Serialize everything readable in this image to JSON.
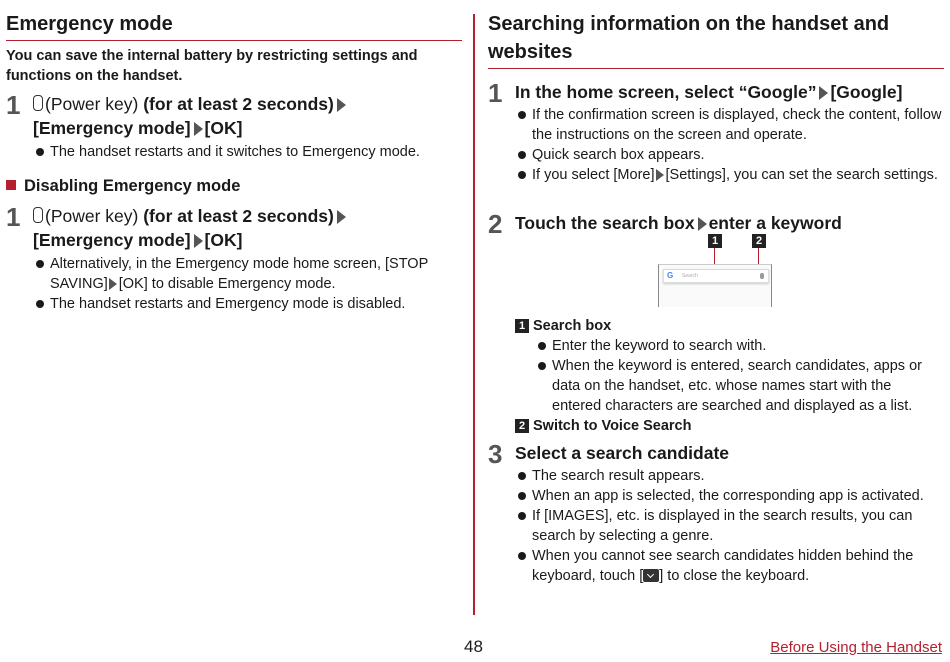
{
  "left": {
    "title": "Emergency mode",
    "intro": "You can save the internal battery by restricting settings and functions on the handset.",
    "step1": {
      "number": "1",
      "key_text": "(Power key)",
      "duration": "(for at least 2 seconds)",
      "line2_a": "[Emergency mode]",
      "line2_b": "[OK]",
      "bullets": [
        "The handset restarts and it switches to Emergency mode."
      ]
    },
    "subhead": "Disabling Emergency mode",
    "step2": {
      "number": "1",
      "key_text": "(Power key)",
      "duration": "(for at least 2 seconds)",
      "line2_a": "[Emergency mode]",
      "line2_b": "[OK]",
      "bullet1_a": "Alternatively, in the Emergency mode home screen, [STOP SAVING]",
      "bullet1_b": "[OK] to disable Emergency mode.",
      "bullet2": "The handset restarts and Emergency mode is disabled."
    }
  },
  "right": {
    "title": "Searching information on the handset and websites",
    "step1": {
      "number": "1",
      "text_a": "In the home screen, select “Google”",
      "text_b": "[Google]",
      "bullet1": "If the confirmation screen is displayed, check the content, follow the instructions on the screen and operate.",
      "bullet2": "Quick search box appears.",
      "bullet3_a": "If you select [More]",
      "bullet3_b": "[Settings], you can set the search settings."
    },
    "step2": {
      "number": "2",
      "text_a": "Touch the search box",
      "text_b": "enter a keyword",
      "callout1": "1",
      "callout2": "2",
      "illus_text": "Search",
      "item1_label": "Search box",
      "item1_bullets": [
        "Enter the keyword to search with.",
        "When the keyword is entered, search candidates, apps or data on the handset, etc. whose names start with the entered characters are searched and displayed as a list."
      ],
      "item2_label": "Switch to Voice Search"
    },
    "step3": {
      "number": "3",
      "text": "Select a search candidate",
      "bullet1": "The search result appears.",
      "bullet2": "When an app is selected, the corresponding app is activated.",
      "bullet3": "If [IMAGES], etc. is displayed in the search results, you can search by selecting a genre.",
      "bullet4_a": "When you cannot see search candidates hidden behind the keyboard, touch [",
      "bullet4_b": "] to close the keyboard."
    }
  },
  "footer": {
    "page_number": "48",
    "section_link": "Before Using the Handset"
  },
  "colors": {
    "accent": "#b5202e",
    "text": "#1a1a1a",
    "step_number": "#555555"
  },
  "icons": [
    "power-key-icon",
    "arrow-right-icon",
    "keyboard-close-icon",
    "google-g-icon",
    "microphone-icon"
  ]
}
